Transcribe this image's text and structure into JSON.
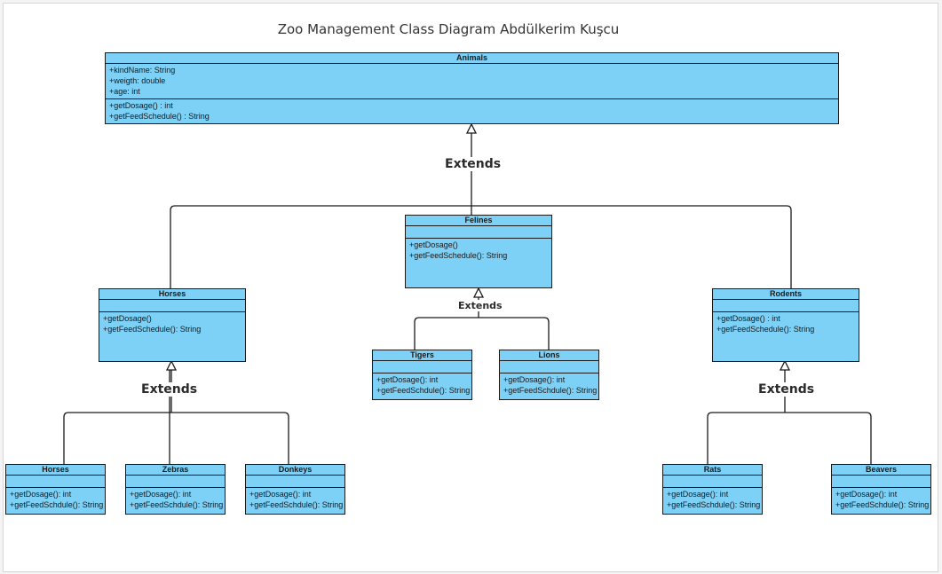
{
  "title": "Zoo Management Class Diagram Abdülkerim Kuşcu",
  "classes": {
    "animals": {
      "name": "Animals",
      "attributes": [
        "+kindName: String",
        "+weigth: double",
        "+age: int"
      ],
      "methods": [
        "+getDosage() : int",
        "+getFeedSchedule() : String"
      ]
    },
    "felines": {
      "name": "Felines",
      "methods": [
        "+getDosage()",
        "+getFeedSchedule(): String"
      ]
    },
    "horses_parent": {
      "name": "Horses",
      "methods": [
        "+getDosage()",
        "+getFeedSchedule(): String"
      ]
    },
    "rodents": {
      "name": "Rodents",
      "methods": [
        "+getDosage() : int",
        "+getFeedSchedule(): String"
      ]
    },
    "tigers": {
      "name": "Tigers",
      "methods": [
        "+getDosage(): int",
        "+getFeedSchdule(): String"
      ]
    },
    "lions": {
      "name": "Lions",
      "methods": [
        "+getDosage(): int",
        "+getFeedSchdule(): String"
      ]
    },
    "horses_child": {
      "name": "Horses",
      "methods": [
        "+getDosage(): int",
        "+getFeedSchdule(): String"
      ]
    },
    "zebras": {
      "name": "Zebras",
      "methods": [
        "+getDosage(): int",
        "+getFeedSchdule(): String"
      ]
    },
    "donkeys": {
      "name": "Donkeys",
      "methods": [
        "+getDosage(): int",
        "+getFeedSchdule(): String"
      ]
    },
    "rats": {
      "name": "Rats",
      "methods": [
        "+getDosage(): int",
        "+getFeedSchdule(): String"
      ]
    },
    "beavers": {
      "name": "Beavers",
      "methods": [
        "+getDosage(): int",
        "+getFeedSchdule(): String"
      ]
    }
  },
  "labels": {
    "extends": "Extends"
  },
  "colors": {
    "class_fill": "#7dd0f6",
    "line": "#1a1a1a"
  }
}
